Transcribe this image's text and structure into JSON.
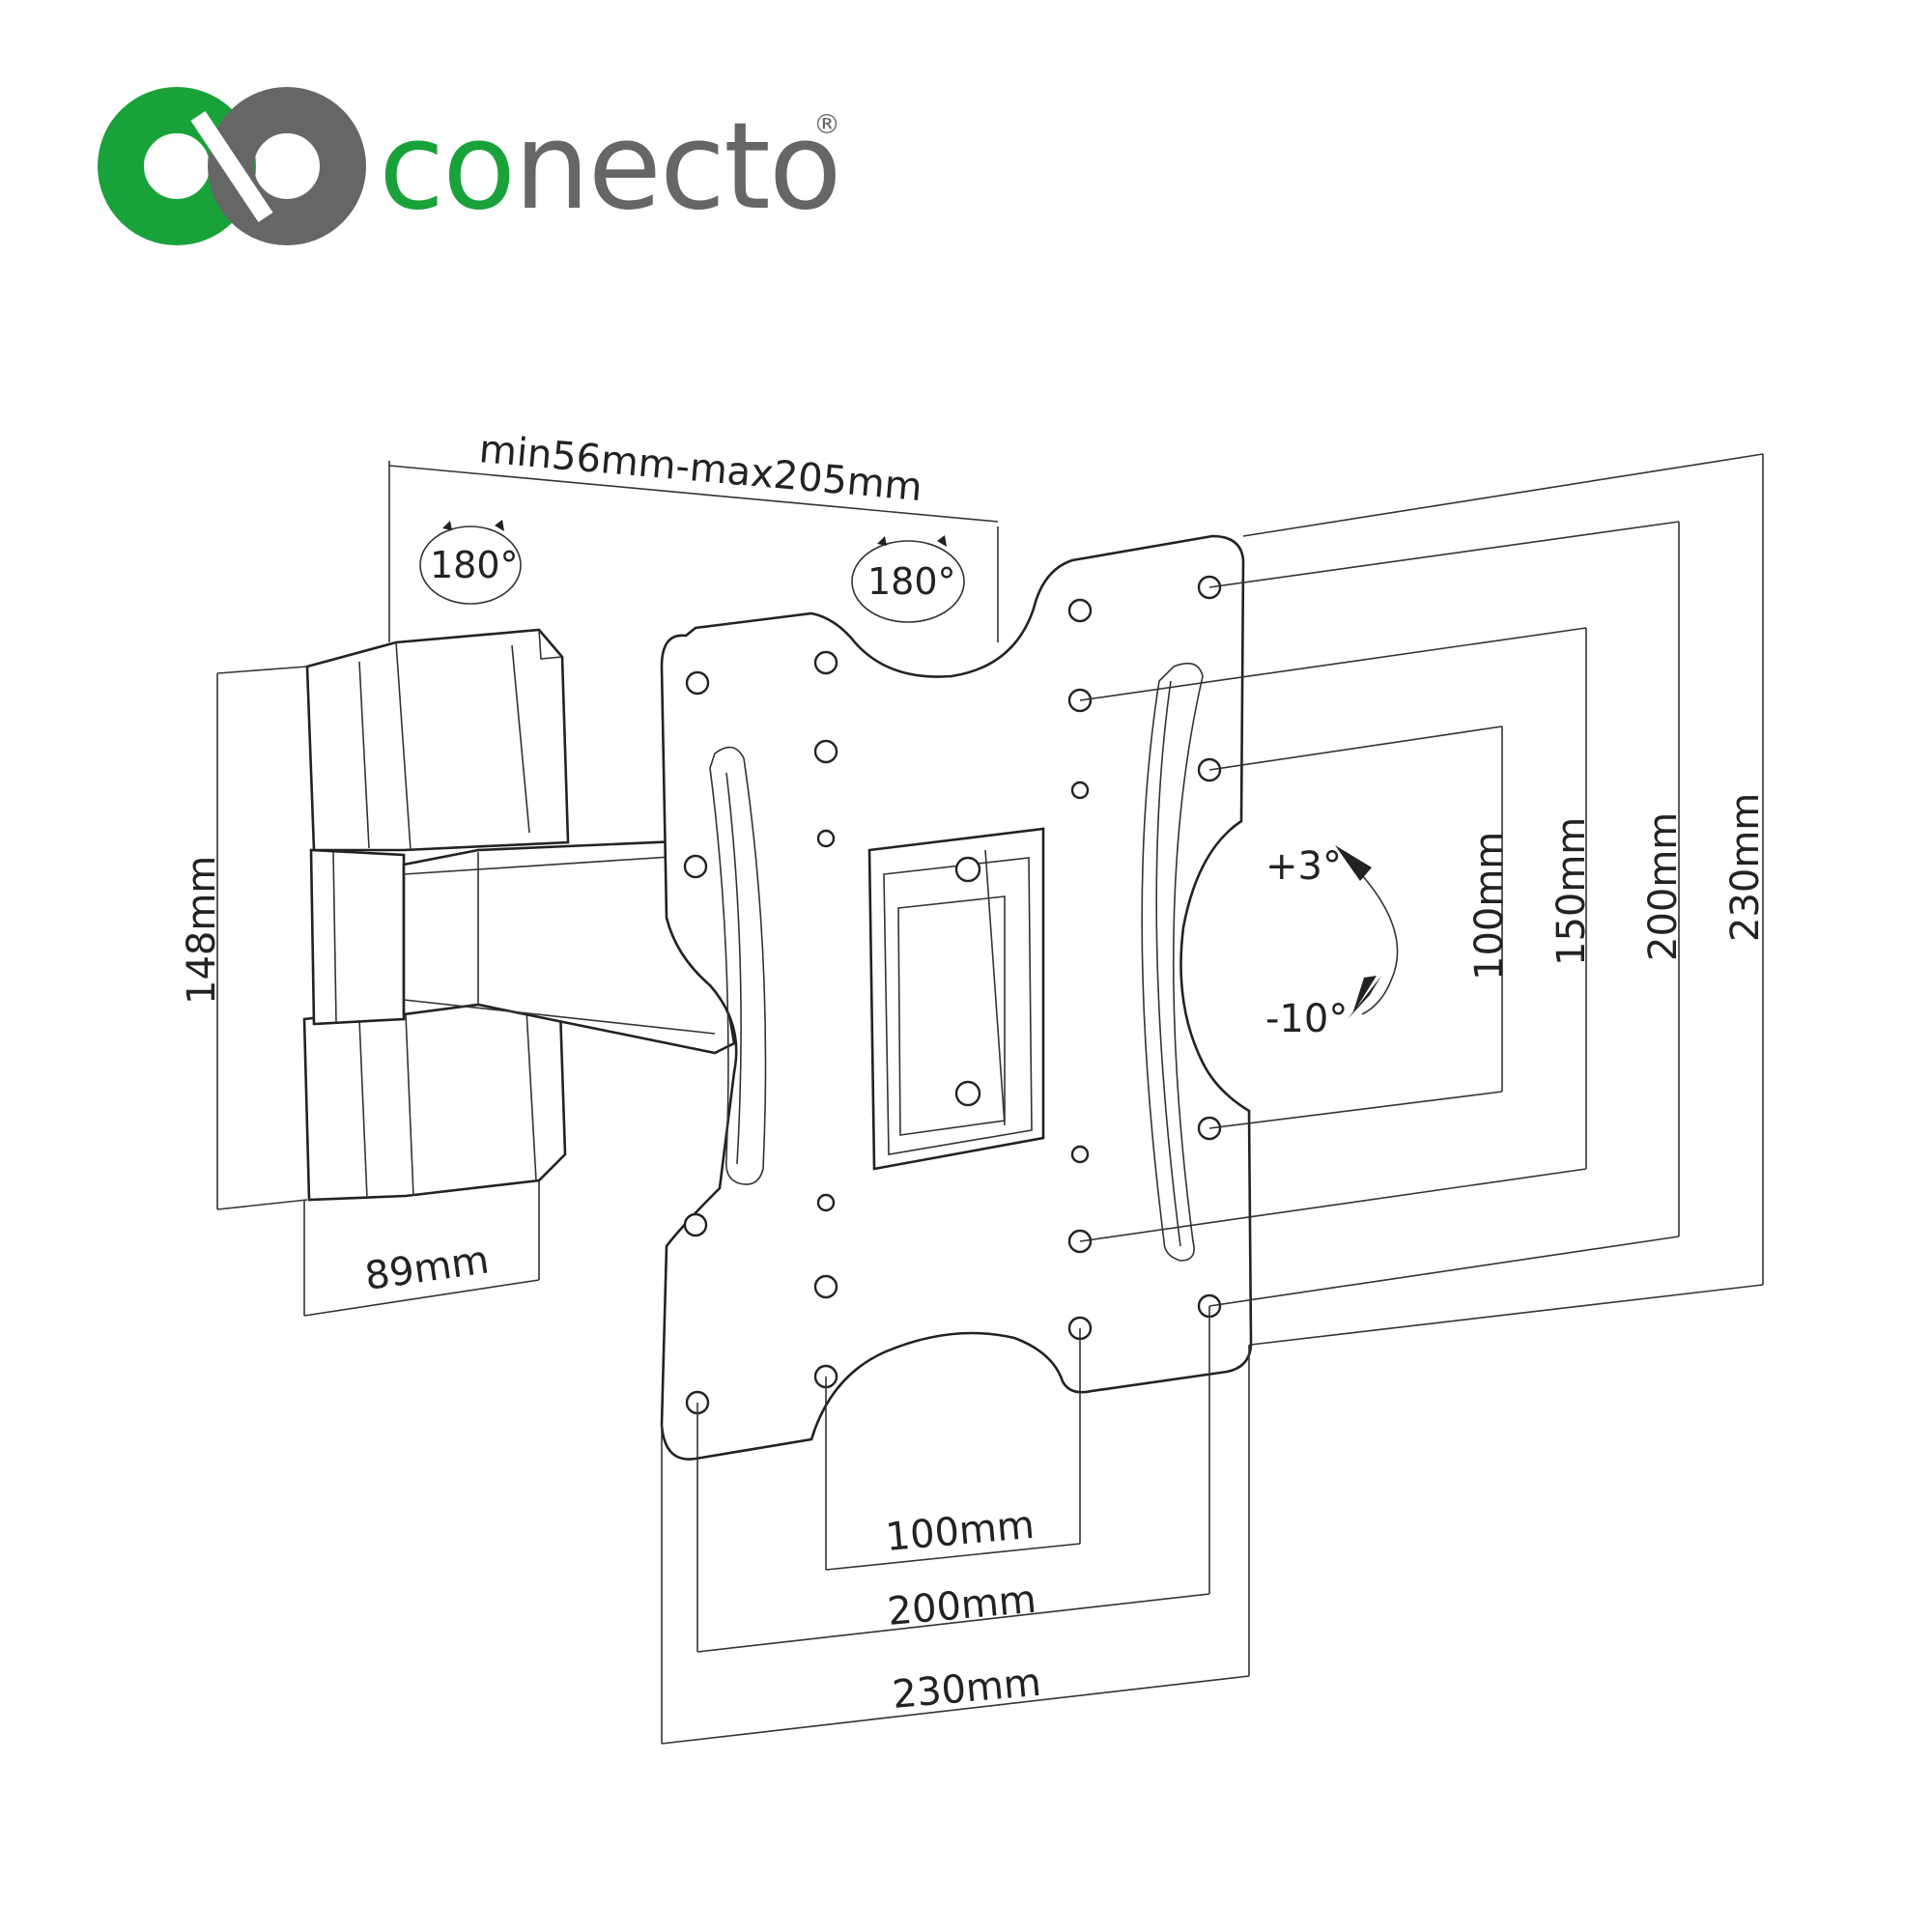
{
  "brand": {
    "name_part1": "co",
    "name_part2": "necto",
    "registered": "®",
    "colors": {
      "green": "#1aa23a",
      "gray": "#666666"
    }
  },
  "dimensions": {
    "arm_extension": "min56mm-max205mm",
    "rotation_left": "180°",
    "rotation_right": "180°",
    "wall_plate_height": "148mm",
    "wall_plate_width": "89mm",
    "tilt_up": "+3°",
    "tilt_down": "-10°",
    "vesa_vertical": [
      "100mm",
      "150mm",
      "200mm",
      "230mm"
    ],
    "vesa_horizontal": [
      "100mm",
      "200mm",
      "230mm"
    ]
  }
}
